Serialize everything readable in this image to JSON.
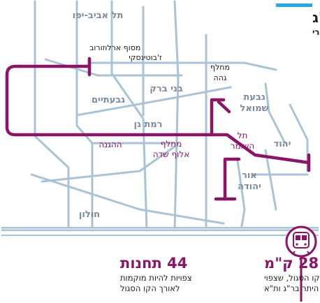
{
  "header": {
    "title": "הקרב הסגול בר\"ג",
    "subtitle": "תוואי קו הרכבת הקלה המקורי"
  },
  "areas": {
    "tel_aviv_yafo": "תל אביב-יפו",
    "givatayim": "גבעתיים",
    "bnei_brak": "בני ברק",
    "ramat_gan": "רמת גן",
    "givat_shmuel": "גבעת\nשמואל",
    "yehud": "יהוד",
    "or_yehuda": "אור\nיהודה",
    "holon": "חולון"
  },
  "stations": {
    "arlozorov": "מסוף ארלוזורוב",
    "jabotinsky": "ז'בוטינסקי",
    "geha": "מחלף\nגהה",
    "haganah": "ההגנה",
    "aluf_sadeh": "מחלף\nאלוף שדה",
    "tel_hashomer": "תל\nהשומר"
  },
  "stats": {
    "stations_count": "44 תחנות",
    "stations_caption": "צפויות להיות מוקמות\nלאורך הקו הסגול",
    "length_km": "28 ק\"מ",
    "length_caption": "אורך הקו הסגול, שצפוי\nלעבור בין היתר בר\"ג ות\"א"
  },
  "colors": {
    "line": "#8a1466",
    "accent_bar": "#29a9e1",
    "streets": "#a9c3d6",
    "area_labels": "#7d8a9e"
  },
  "icons": {
    "train": "light-rail-train-icon"
  }
}
